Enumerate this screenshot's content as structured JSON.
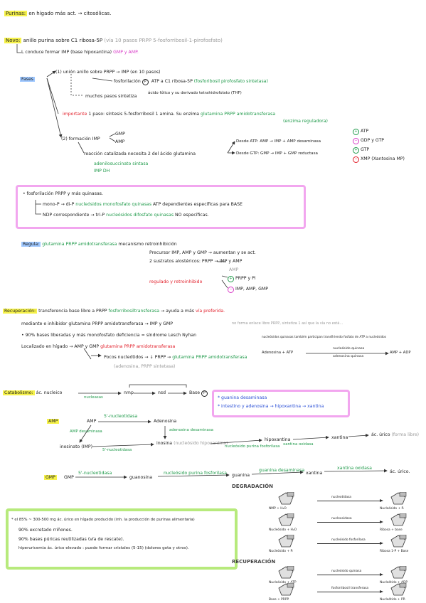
{
  "purinas": {
    "label": "Purinas:",
    "text": "en hígado más act. → citosólicas."
  },
  "novo": {
    "label": "Novo:",
    "line1": "anillo purina sobre C1 ribosa-5P",
    "line1_note": "(vía 10 pasos PRPP 5-fosforribosil-1-pirofosfato)",
    "line2": "L conduce formar IMP (base hipoxantina)",
    "line2_note": "GMP y AMP.",
    "fases_label": "Fases",
    "fase1a": "(1) unión anillo sobre PRPP",
    "fase1a_res": "→ IMP (en 10 pasos)",
    "fase1b": "fosforilación",
    "fase1b_res": "ATP a C1 ribosa-5P",
    "fase1b_note": "(fosforibosil pirofosfato sintetasa)",
    "fase1c": "muchos pasos sintetiza",
    "fase1c_res": "ácido fólico y su derivado tetrahidrofolato (THF)",
    "importante_label": "importante",
    "importante_text": "1 paso: síntesis 5-fosforribosil 1 amina. Su enzima",
    "importante_enzyme": "glutamina PRPP amidotransferasa",
    "importante_enzyme2": "(enzima reguladora)",
    "fase2": "(2) formación IMP",
    "fase2_gmp": "GMP",
    "fase2_amp": "AMP",
    "fase2b": "reacción catalizada",
    "fase2b_rest": "necesita 2 del ácido",
    "fase2b_gl": "glutamina",
    "ruta_amp": "Desde ATP: AMP → IMP + AMP desaminasa",
    "ruta_gtp": "Desde GTP: GMP → IMP + GMP reductasa",
    "atp": "ATP",
    "gdp": "GDP y GTP",
    "gtp": "GTP",
    "xmp": "XMP (Xantosina MP)",
    "enzyme_green1": "adenilosuccinato sintasa",
    "enzyme_green2": "IMP DH"
  },
  "box1": {
    "line1": "• fosforilación PRPP y más quinasas.",
    "line2a": "mono-P → di-P",
    "line2b": "nucleósidos monofosfato quinasas",
    "line2c": "ATP dependientes específicas para BASE",
    "line3a": "NDP correspondiente → tri-P",
    "line3b": "nucleósidos difosfato quinasas",
    "line3c": "NO específicas."
  },
  "regula": {
    "label": "Regula:",
    "enzyme": "glutamina PRPP amidotransferasa",
    "line1": "mecanismo retroinhibición",
    "line2": "Precursor IMP, AMP y GMP → aumentan y se act.",
    "line3": "2 sustratos alostéricos: PRPP → IMP y AMP",
    "line4": "AMP",
    "line5": "regulado y retroinhibido",
    "prpp": "PRPP y Pi",
    "imp": "IMP, AMP, GMP"
  },
  "recuperacion": {
    "label": "Recuperación:",
    "line1": "transferencia base libre a PRPP",
    "line1b": "fosforribosiltransferasa",
    "line1c": "→ ayuda a más",
    "line1d": "vía preferida.",
    "line2": "mediante e inhibidor glutamina PRPP amidotransferasa",
    "line2b": "→ IMP y GMP",
    "line2c": "no forma enlace libre PRPP, sintetiza 1 así que la vía no está...",
    "line3": "• 90% bases liberadas y más monofosfato",
    "line3b": "deficiencia = síndrome Lesch Nyhan",
    "line4": "Localizado en hígado →",
    "line4b": "AMP y GMP",
    "line4c": "glutamina PRPP amidotransferasa",
    "line5": "Pocos nucleótidos → ↓ PRPP →",
    "line5b": "glutamina PRPP amidotransferasa",
    "line6": "(adenosina, PRPP sintetasa)",
    "mini_note": "nucleósidos quinasas también participan transfiriendo fosfato de ATP a nucleósidos",
    "eq_left": "Adenosina + ATP",
    "eq_top": "nucleósido quinasa",
    "eq_bottom": "adenosina quinasa",
    "eq_right": "AMP + ADP"
  },
  "catabolismo": {
    "label": "Catabolismo:",
    "ac": "ác. nucleico",
    "nmp": "nmp",
    "nsd": "nsd",
    "base": "Base",
    "enz1": "nucleasas",
    "pink_line1": "* guanina desaminasa",
    "pink_line2": "* intestino y adenosina → hipoxantina → xantina",
    "amp": "AMP",
    "amp_label": "5'-nucleotidasa",
    "adenosina": "Adenosina",
    "adenosina_deaminasa": "adenosina desaminasa",
    "amp_desaminasa": "AMP desaminasa",
    "imp": "inosinato (IMP)",
    "nucleotidasa": "5'-nucleotidasa",
    "inosina": "inosina",
    "inosina_note": "(nucleósido hipoxantina)",
    "fosforilasa": "nucleósido purina fosforilasa",
    "hipoxantina": "hipoxantina",
    "xantina_ox": "xantina oxidasa",
    "xantina": "xantina",
    "urico": "ác. úrico",
    "urico_note": "(forma libre)",
    "gmp": "GMP",
    "gmp_label": "5'-nucleotidasa",
    "guanosina": "guanosina",
    "gmp_fosforilasa": "nucleósido purina fosforilasa",
    "guanina": "guanina",
    "guanina_des": "guanina desaminasa",
    "xantina2": "xantina",
    "xantina_ox2": "xantina oxidasa",
    "urico2": "ác. úrico."
  },
  "box3": {
    "line1": "* el 85% ~ 300-500 mg ác. úrico en hígado producido (inh. la producción de purinas alimentaria)",
    "line2": "90% excretado rriñones.",
    "line3": "90% bases púricas reutilizadas (vía de rescate).",
    "line4": "hiperuricemia ác. úrico elevado : puede formar cristales (5-15) (dolores gota y otros)."
  },
  "degradacion": {
    "title": "DEGRADACIÓN",
    "rows": [
      {
        "left": "NMP + H₂O",
        "arrow": "nucleotidasa",
        "right": "Nucleósido + Pᵢ"
      },
      {
        "left": "Nucleósido + H₂O",
        "arrow": "nucleosidasa",
        "right": "Ribosa + base"
      },
      {
        "left": "Nucleósido + Pᵢ",
        "arrow": "nucleósido fosforilasa",
        "right": "Ribosa 1-P + Base"
      }
    ]
  },
  "recuperacion_fig": {
    "title": "RECUPERACIÓN",
    "rows": [
      {
        "left": "Nucleósido + ATP",
        "arrow": "nucleósido quinasa",
        "right": "Nucleótido + ADP"
      },
      {
        "left": "Base + PRPP",
        "arrow": "fosforribosil transferasa",
        "right": "Nucleótido + PPᵢ"
      }
    ]
  },
  "colors": {
    "green": "#1f9a4a",
    "red": "#e21f2a",
    "pink_box": "#f2a6ef",
    "green_box": "#b7ea7c",
    "yellow_hl": "#f6f24a",
    "blue_hl": "#9fc8ff"
  }
}
